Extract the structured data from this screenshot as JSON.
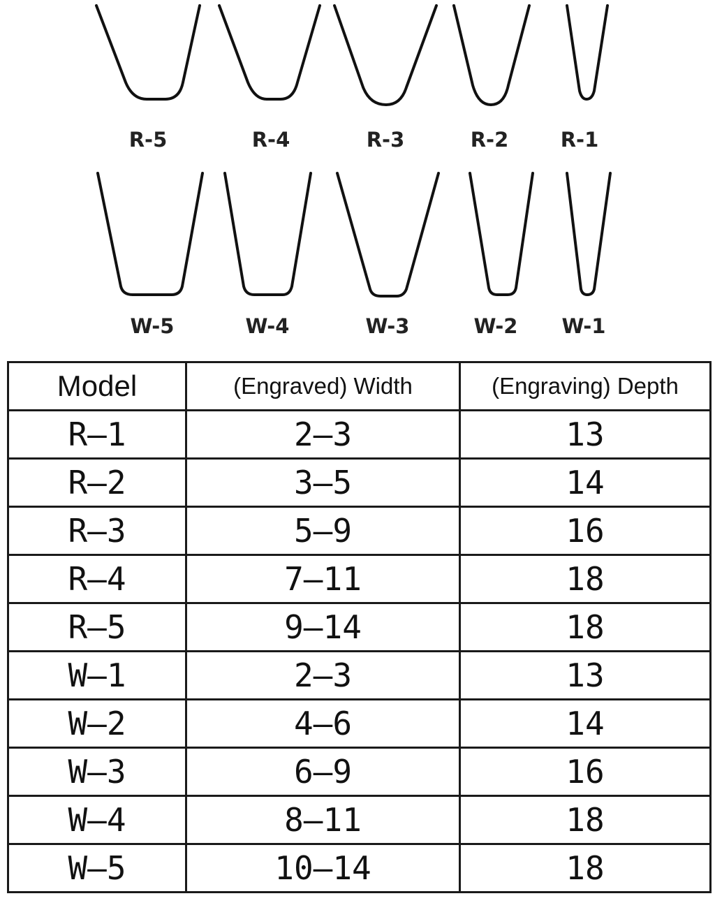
{
  "profiles": {
    "top_row": [
      {
        "label": "R-5",
        "shape": "round-bottom-v"
      },
      {
        "label": "R-4",
        "shape": "round-bottom-v"
      },
      {
        "label": "R-3",
        "shape": "round-bottom-v"
      },
      {
        "label": "R-2",
        "shape": "round-bottom-v"
      },
      {
        "label": "R-1",
        "shape": "round-bottom-v"
      }
    ],
    "bottom_row": [
      {
        "label": "W-5",
        "shape": "flat-bottom-v"
      },
      {
        "label": "W-4",
        "shape": "flat-bottom-v"
      },
      {
        "label": "W-3",
        "shape": "flat-bottom-v"
      },
      {
        "label": "W-2",
        "shape": "flat-bottom-v"
      },
      {
        "label": "W-1",
        "shape": "flat-bottom-v"
      }
    ]
  },
  "table": {
    "headers": [
      "Model",
      "(Engraved) Width",
      "(Engraving) Depth"
    ],
    "rows": [
      [
        "R–1",
        "2–3",
        "13"
      ],
      [
        "R–2",
        "3–5",
        "14"
      ],
      [
        "R–3",
        "5–9",
        "16"
      ],
      [
        "R–4",
        "7–11",
        "18"
      ],
      [
        "R–5",
        "9–14",
        "18"
      ],
      [
        "W–1",
        "2–3",
        "13"
      ],
      [
        "W–2",
        "4–6",
        "14"
      ],
      [
        "W–3",
        "6–9",
        "16"
      ],
      [
        "W–4",
        "8–11",
        "18"
      ],
      [
        "W–5",
        "10–14",
        "18"
      ]
    ]
  }
}
